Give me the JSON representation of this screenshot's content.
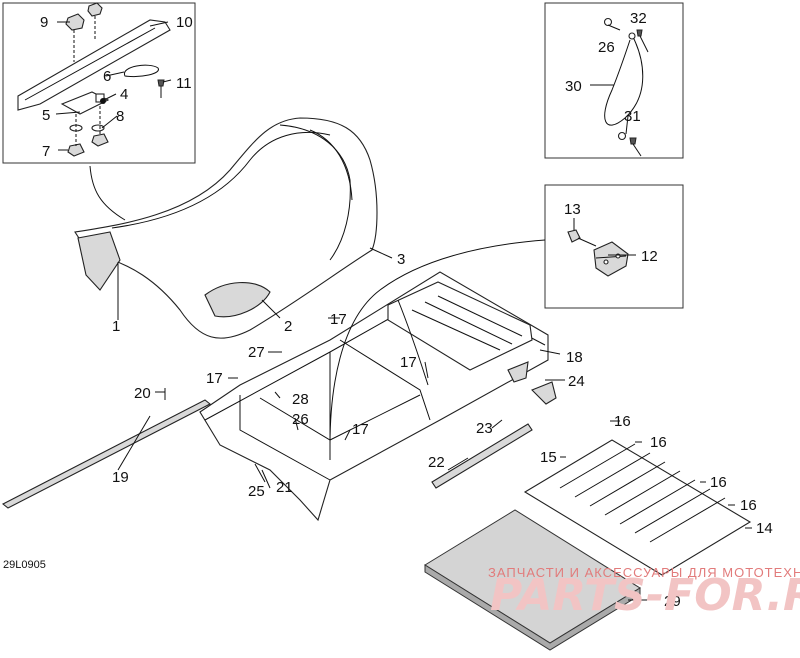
{
  "figure_code": "29L0905",
  "callouts": {
    "c1": "1",
    "c2": "2",
    "c3": "3",
    "c4": "4",
    "c5": "5",
    "c6": "6",
    "c7": "7",
    "c8": "8",
    "c9": "9",
    "c10": "10",
    "c11": "11",
    "c12": "12",
    "c13": "13",
    "c14": "14",
    "c15": "15",
    "c16": "16",
    "c17": "17",
    "c18": "18",
    "c19": "19",
    "c20": "20",
    "c21": "21",
    "c22": "22",
    "c23": "23",
    "c24": "24",
    "c25": "25",
    "c26": "26",
    "c27": "27",
    "c28": "28",
    "c29": "29",
    "c30": "30",
    "c31": "31",
    "c32": "32"
  },
  "watermark": {
    "tagline": "ЗАПЧАСТИ И АКСЕССУАРЫ ДЛЯ МОТОТЕХНИКИ",
    "brand": "PARTS-FOR.RU"
  }
}
